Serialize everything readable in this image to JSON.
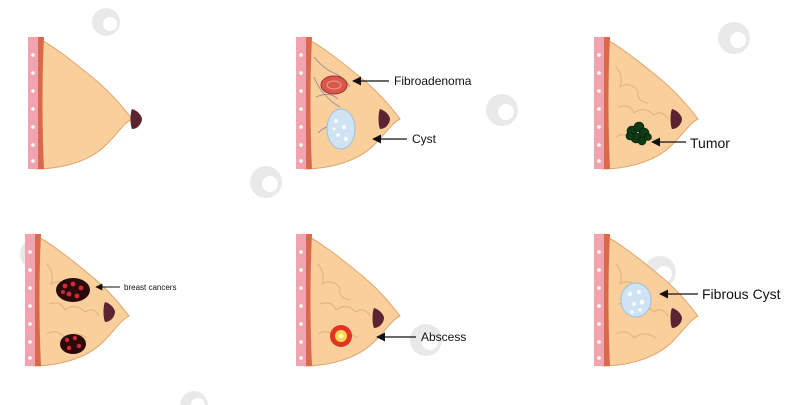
{
  "labels": {
    "fibroadenoma": "Fibroadenoma",
    "cyst": "Cyst",
    "tumor": "Tumor",
    "breast_cancers": "breast cancers",
    "abscess": "Abscess",
    "fibrous_cyst": "Fibrous Cyst"
  },
  "colors": {
    "skin": "#f9cf9c",
    "outline": "#e2a56d",
    "muscle": "#f2a3b0",
    "chest_wall": "#d9694a",
    "nipple": "#5b2430",
    "lobules": "#e9b080",
    "tumor": "#0f3a14",
    "cancer": "#2b0a0c",
    "cancer_dots": "#d12a35",
    "cyst": "#cfe3f5",
    "fibroadenoma": "#d9574c",
    "abscess_outer": "#e03526",
    "abscess_inner": "#fbd84a"
  },
  "icons": {
    "watermark": "watermark-logo-icon",
    "arrow": "arrow-left-icon"
  }
}
